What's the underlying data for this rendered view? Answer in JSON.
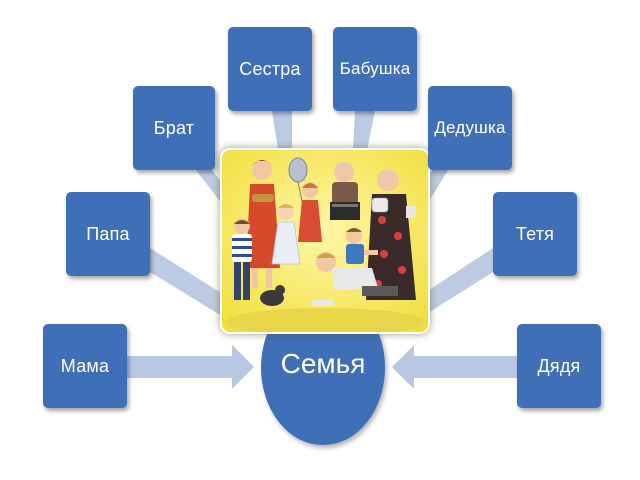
{
  "diagram": {
    "center_label": "Семья",
    "nodes": {
      "mama": "Мама",
      "papa": "Папа",
      "brat": "Брат",
      "sestra": "Сестра",
      "babushka": "Бабушка",
      "dedushka": "Дедушка",
      "tetya": "Тетя",
      "dyadya": "Дядя"
    }
  },
  "colors": {
    "box": "#3f6fb6",
    "arrow": "#b9c8e2",
    "photo_bg": "#f3e64a"
  },
  "photo": {
    "subject": "family-illustration"
  }
}
